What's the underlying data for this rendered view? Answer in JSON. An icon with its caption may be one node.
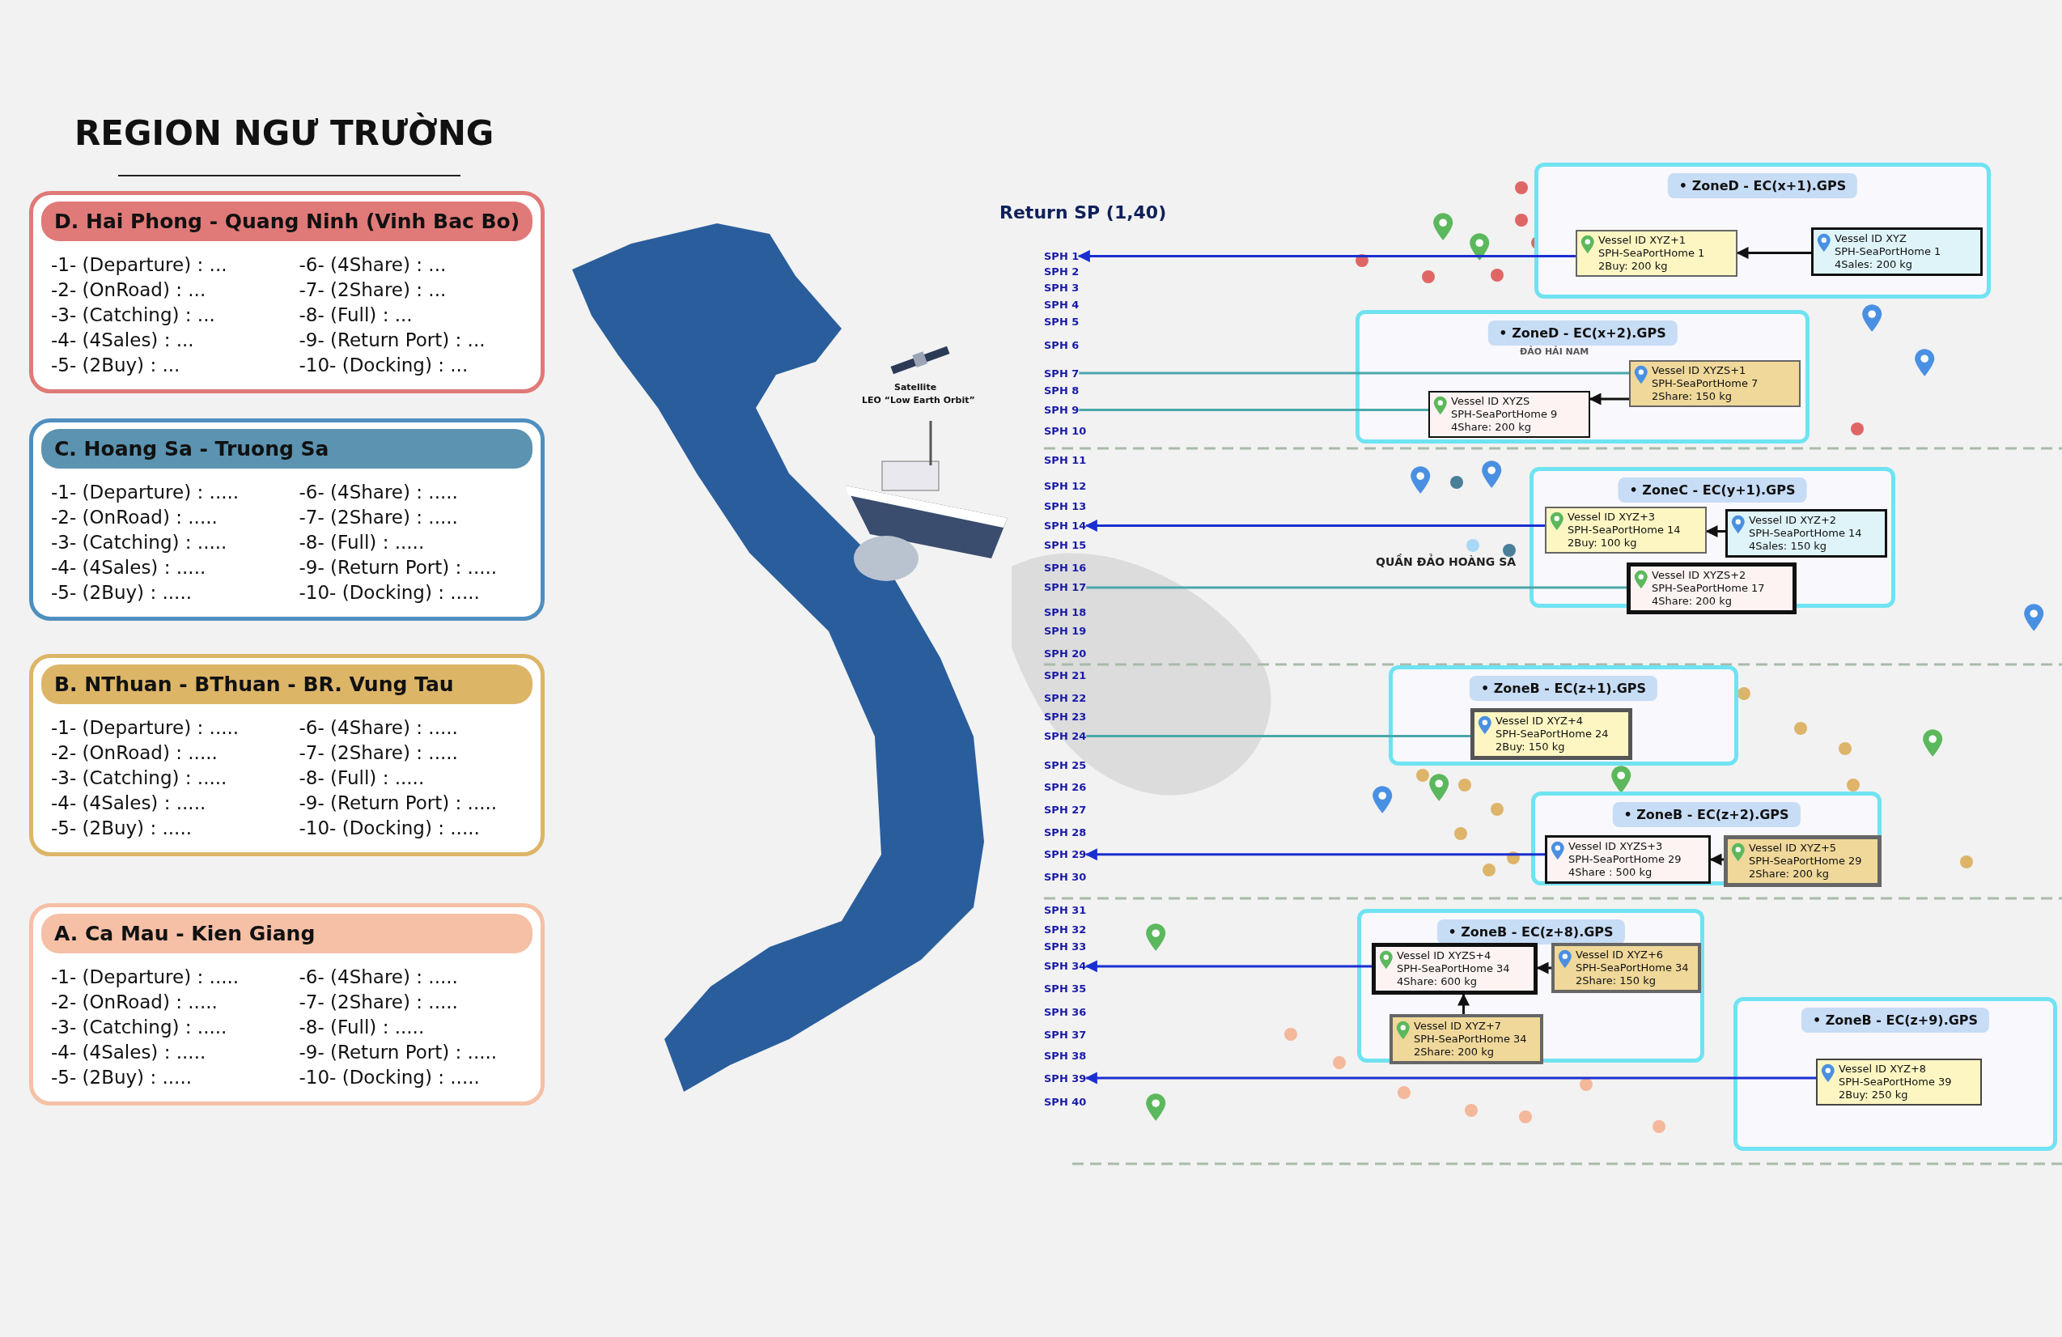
{
  "diagram": {
    "title": "REGION NGƯ TRƯỜNG",
    "nodes": [
      {
        "text": [
          "D. Hai Phong - Quang Ninh (Vinh Bac Bo)",
          "-1- (Departure) : ...",
          "-2- (OnRoad) : ...",
          "-3- (Catching) : ...",
          "-4- (4Sales) : ...",
          "-5- (2Buy) : ...",
          "-6- (4Share) : ...",
          "-7- (2Share) : ...",
          "-8- (Full) : ...",
          "-9- (Return Port) : ...",
          "-10- (Docking) : ..."
        ]
      },
      {
        "text": [
          "C. Hoang Sa - Truong Sa",
          "-1- (Departure) : .....",
          "-2- (OnRoad) : .....",
          "-3- (Catching) : .....",
          "-4- (4Sales) : .....",
          "-5- (2Buy) : .....",
          "-6- (4Share) : .....",
          "-7- (2Share) : .....",
          "-8- (Full) : .....",
          "-9- (Return Port) : .....",
          "-10- (Docking) : ....."
        ]
      },
      {
        "text": [
          "B. NThuan - BThuan - BR. Vung Tau",
          "-1- (Departure) : .....",
          "-2- (OnRoad) : .....",
          "-3- (Catching) : .....",
          "-4- (4Sales) : .....",
          "-5- (2Buy) : .....",
          "-6- (4Share) : .....",
          "-7- (2Share) : .....",
          "-8- (Full) : .....",
          "-9- (Return Port) : .....",
          "-10- (Docking) : ....."
        ]
      },
      {
        "text": [
          "A. Ca Mau - Kien Giang",
          "-1- (Departure) : .....",
          "-2- (OnRoad) : .....",
          "-3- (Catching) : .....",
          "-4- (4Sales) : .....",
          "-5- (2Buy) : .....",
          "-6- (4Share) : .....",
          "-7- (2Share) : .....",
          "-8- (Full) : .....",
          "-9- (Return Port) : .....",
          "-10- (Docking) : ....."
        ]
      },
      {
        "text": [
          "SPH 1"
        ]
      },
      {
        "text": [
          "SPH 2"
        ]
      },
      {
        "text": [
          "SPH 3"
        ]
      },
      {
        "text": [
          "SPH 4"
        ]
      },
      {
        "text": [
          "SPH 5"
        ]
      },
      {
        "text": [
          "SPH 6"
        ]
      },
      {
        "text": [
          "SPH 7"
        ]
      },
      {
        "text": [
          "SPH 8"
        ]
      },
      {
        "text": [
          "SPH 9"
        ]
      },
      {
        "text": [
          "SPH 10"
        ]
      },
      {
        "text": [
          "SPH 11"
        ]
      },
      {
        "text": [
          "SPH 12"
        ]
      },
      {
        "text": [
          "SPH 13"
        ]
      },
      {
        "text": [
          "SPH 14"
        ]
      },
      {
        "text": [
          "SPH 15"
        ]
      },
      {
        "text": [
          "SPH 16"
        ]
      },
      {
        "text": [
          "SPH 17"
        ]
      },
      {
        "text": [
          "SPH 18"
        ]
      },
      {
        "text": [
          "SPH 19"
        ]
      },
      {
        "text": [
          "SPH 20"
        ]
      },
      {
        "text": [
          "SPH 21"
        ]
      },
      {
        "text": [
          "SPH 22"
        ]
      },
      {
        "text": [
          "SPH 23"
        ]
      },
      {
        "text": [
          "SPH 24"
        ]
      },
      {
        "text": [
          "SPH 25"
        ]
      },
      {
        "text": [
          "SPH 26"
        ]
      },
      {
        "text": [
          "SPH 27"
        ]
      },
      {
        "text": [
          "SPH 28"
        ]
      },
      {
        "text": [
          "SPH 29"
        ]
      },
      {
        "text": [
          "SPH 30"
        ]
      },
      {
        "text": [
          "SPH 31"
        ]
      },
      {
        "text": [
          "SPH 32"
        ]
      },
      {
        "text": [
          "SPH 33"
        ]
      },
      {
        "text": [
          "SPH 34"
        ]
      },
      {
        "text": [
          "SPH 35"
        ]
      },
      {
        "text": [
          "SPH 36"
        ]
      },
      {
        "text": [
          "SPH 37"
        ]
      },
      {
        "text": [
          "SPH 38"
        ]
      },
      {
        "text": [
          "SPH 39"
        ]
      },
      {
        "text": [
          "SPH 40"
        ]
      },
      {
        "text": [
          "• ZoneD - EC(x+1).GPS"
        ]
      },
      {
        "text": [
          "Vessel ID XYZ+1",
          "SPH-SeaPortHome 1",
          "2Buy: 200 kg"
        ],
        "in": 44
      },
      {
        "text": [
          "Vessel ID XYZ",
          "SPH-SeaPortHome 1",
          "4Sales: 200 kg"
        ],
        "in": 44
      },
      {
        "text": [
          "• ZoneD - EC(x+2).GPS"
        ]
      },
      {
        "text": [
          "Vessel ID XYZS+1",
          "SPH-SeaPortHome 7",
          "2Share: 150 kg"
        ],
        "in": 47
      },
      {
        "text": [
          "Vessel ID XYZS",
          "SPH-SeaPortHome 9",
          "4Share: 200 kg"
        ],
        "in": 47
      },
      {
        "text": [
          "• ZoneC - EC(y+1).GPS"
        ]
      },
      {
        "text": [
          "Vessel ID XYZ+3",
          "SPH-SeaPortHome 14",
          "2Buy: 100 kg"
        ],
        "in": 50
      },
      {
        "text": [
          "Vessel ID XYZ+2",
          "SPH-SeaPortHome 14",
          "4Sales: 150 kg"
        ],
        "in": 50
      },
      {
        "text": [
          "Vessel ID XYZS+2",
          "SPH-SeaPortHome 17",
          "4Share: 200 kg"
        ],
        "in": 50
      },
      {
        "text": [
          "• ZoneB - EC(z+1).GPS"
        ]
      },
      {
        "text": [
          "Vessel ID XYZ+4",
          "SPH-SeaPortHome 24",
          "2Buy: 150 kg"
        ],
        "in": 54
      },
      {
        "text": [
          "• ZoneB - EC(z+2).GPS"
        ]
      },
      {
        "text": [
          "Vessel ID XYZS+3",
          "SPH-SeaPortHome 29",
          "4Share : 500 kg"
        ],
        "in": 56
      },
      {
        "text": [
          "Vessel ID XYZ+5",
          "SPH-SeaPortHome 29",
          "2Share: 200 kg"
        ],
        "in": 56
      },
      {
        "text": [
          "• ZoneB - EC(z+8).GPS"
        ]
      },
      {
        "text": [
          "Vessel ID XYZS+4",
          "SPH-SeaPortHome 34",
          "4Share: 600 kg"
        ],
        "in": 59
      },
      {
        "text": [
          "Vessel ID XYZ+6",
          "SPH-SeaPortHome 34",
          "2Share: 150 kg"
        ],
        "in": 59
      },
      {
        "text": [
          "Vessel ID XYZ+7",
          "SPH-SeaPortHome 34",
          "2Share: 200 kg"
        ],
        "in": 59
      },
      {
        "text": [
          "• ZoneB - EC(z+9).GPS"
        ]
      },
      {
        "text": [
          "Vessel ID XYZ+8",
          "SPH-SeaPortHome 39",
          "2Buy: 250 kg"
        ],
        "in": 63
      }
    ],
    "edges": [
      {
        "from": 46,
        "to": 45,
        "arrow": "to",
        "color": "#111111"
      },
      {
        "from": 45,
        "to": 4,
        "arrow": "to",
        "color": "#1a2fd1"
      },
      {
        "from": 48,
        "to": 49,
        "arrow": "to",
        "color": "#111111"
      },
      {
        "from": 10,
        "to": 48,
        "arrow": "none",
        "color": "#4aa8a8"
      },
      {
        "from": 12,
        "to": 49,
        "arrow": "none",
        "color": "#4aa8a8"
      },
      {
        "from": 52,
        "to": 51,
        "arrow": "to",
        "color": "#111111"
      },
      {
        "from": 51,
        "to": 17,
        "arrow": "to",
        "color": "#1a2fd1"
      },
      {
        "from": 20,
        "to": 53,
        "arrow": "none",
        "color": "#4aa8a8"
      },
      {
        "from": 27,
        "to": 55,
        "arrow": "none",
        "color": "#4aa8a8"
      },
      {
        "from": 58,
        "to": 57,
        "arrow": "to",
        "color": "#111111"
      },
      {
        "from": 57,
        "to": 32,
        "arrow": "to",
        "color": "#1a2fd1"
      },
      {
        "from": 61,
        "to": 60,
        "arrow": "to",
        "color": "#111111"
      },
      {
        "from": 62,
        "to": 60,
        "arrow": "to",
        "color": "#111111"
      },
      {
        "from": 60,
        "to": 37,
        "arrow": "to",
        "color": "#1a2fd1"
      },
      {
        "from": 64,
        "to": 42,
        "arrow": "to",
        "color": "#1a2fd1"
      }
    ],
    "labels": [
      "Return SP (1,40)",
      "Satellite",
      "LEO “Low Earth Orbit”",
      "ĐẢO HẢI NAM",
      "QUẦN ĐẢO HOÀNG SA"
    ]
  }
}
